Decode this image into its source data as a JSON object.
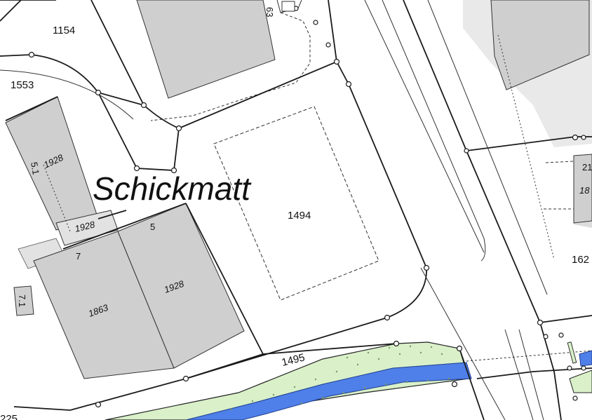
{
  "map": {
    "place_name": "Schickmatt",
    "parcel_numbers": {
      "p1154": "1154",
      "p1553": "1553",
      "p1494": "1494",
      "p1495": "1495",
      "p162x": "162",
      "p225": "225"
    },
    "building_numbers": {
      "b1928_left": "1928",
      "b1928_link": "1928",
      "b1928_main": "1928",
      "b1863": "1863",
      "b_right_top": "21",
      "b_right_mid": "18",
      "b_63": "63"
    },
    "address_numbers": {
      "a5": "5",
      "a7": "7",
      "a5_1": "5.1",
      "a7_1": "7.1"
    },
    "colors": {
      "background": "#ffffff",
      "building_fill": "#cfcfcf",
      "paved_area_fill": "#e9e9e9",
      "boundary_line": "#1a1a1a",
      "greenery": "#d9f0c9",
      "water": "#4f7fe8"
    }
  }
}
